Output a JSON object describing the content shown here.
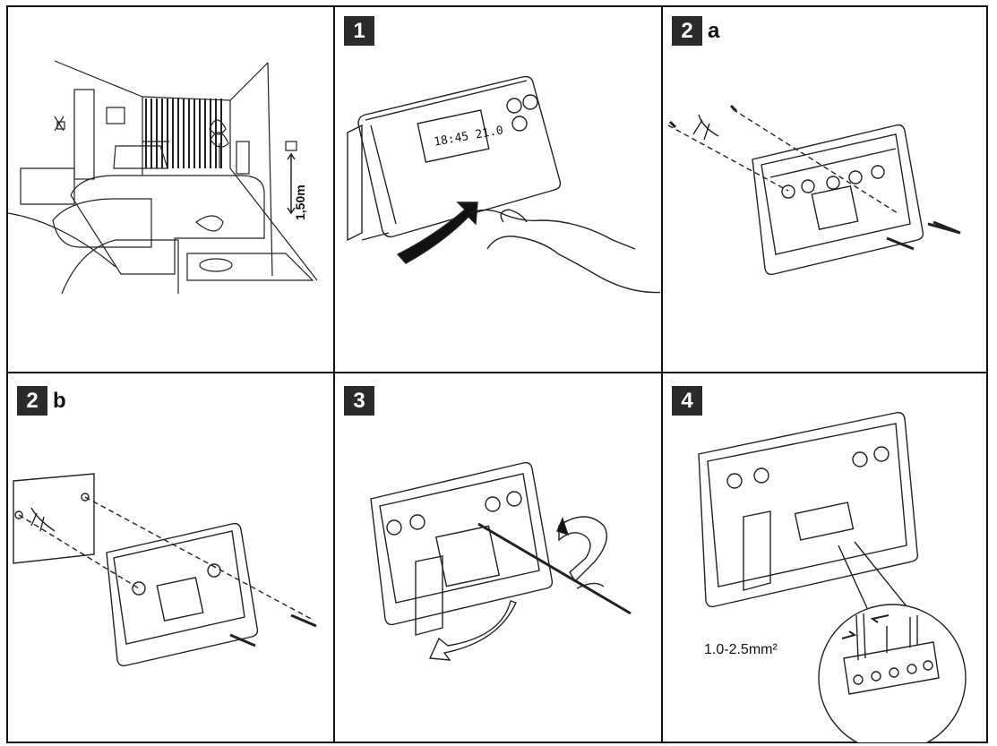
{
  "panels": [
    {
      "step": "",
      "suffix": "",
      "label": "1,50m"
    },
    {
      "step": "1",
      "suffix": "",
      "display_time": "18:45",
      "display_temp": "21.0"
    },
    {
      "step": "2",
      "suffix": "a"
    },
    {
      "step": "2",
      "suffix": "b"
    },
    {
      "step": "3",
      "suffix": ""
    },
    {
      "step": "4",
      "suffix": "",
      "wire_spec": "1.0-2.5mm²"
    }
  ]
}
